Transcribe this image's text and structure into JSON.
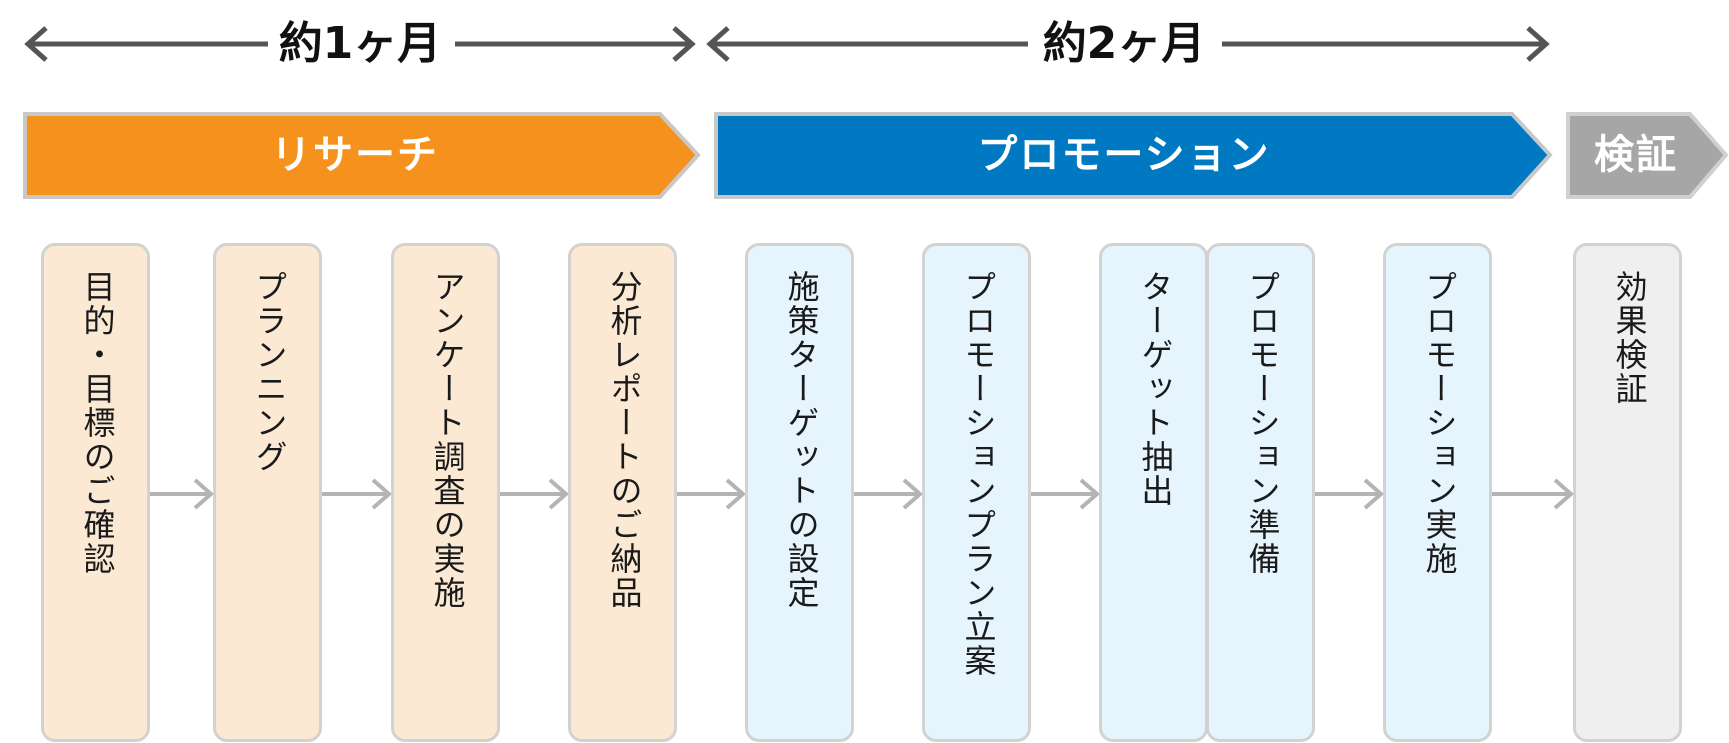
{
  "durations": [
    {
      "label": "約1ヶ月"
    },
    {
      "label": "約2ヶ月"
    }
  ],
  "phases": [
    {
      "label": "リサーチ",
      "color": "#f5921e"
    },
    {
      "label": "プロモーション",
      "color": "#0079c2"
    },
    {
      "label": "検証",
      "color": "#a6a6a6"
    }
  ],
  "colors": {
    "arrow": "#555555",
    "connector": "#b4b4b4",
    "box_border": "#d2d2d2",
    "phase_border": "#c8c8c8",
    "research_box": "#fbe9d4",
    "promotion_box": "#e6f5fd",
    "verify_box": "#efefef"
  },
  "steps": [
    {
      "text": "目的・目標のご確認",
      "phase": "research"
    },
    {
      "text": "プランニング",
      "phase": "research"
    },
    {
      "text": "アンケート調査の実施",
      "phase": "research"
    },
    {
      "text": "分析レポートのご納品",
      "phase": "research"
    },
    {
      "text": "施策ターゲットの設定",
      "phase": "promotion"
    },
    {
      "text": "プロモーションプラン立案",
      "phase": "promotion"
    },
    {
      "text": "ターゲット抽出",
      "phase": "promotion"
    },
    {
      "text": "プロモーション準備",
      "phase": "promotion"
    },
    {
      "text": "プロモーション実施",
      "phase": "promotion"
    },
    {
      "text": "効果検証",
      "phase": "verify"
    }
  ]
}
